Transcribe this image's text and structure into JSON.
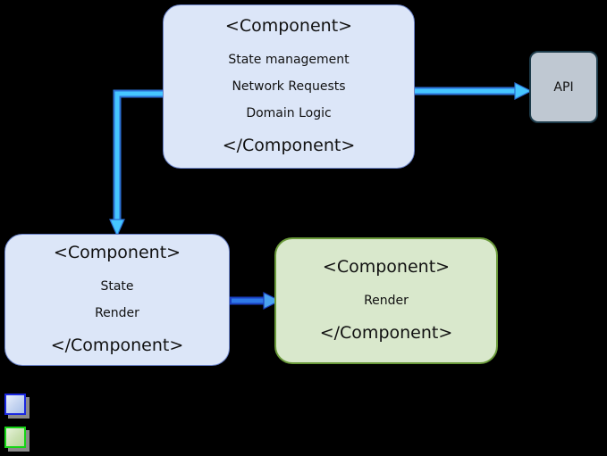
{
  "diagram": {
    "background_color": "#000000",
    "nodes": {
      "top_component": {
        "name": "top-component",
        "fill_color": "#dce6f8",
        "border_color": "#6a82c8",
        "lines": [
          "<Component>",
          "State management",
          "Network Requests",
          "Domain Logic",
          "</Component>"
        ]
      },
      "left_component": {
        "name": "left-component",
        "fill_color": "#dce6f8",
        "border_color": "#6a82c8",
        "lines": [
          "<Component>",
          "State",
          "Render",
          "</Component>"
        ]
      },
      "render_component": {
        "name": "render-component",
        "fill_color": "#d9e8cc",
        "border_color": "#6a9a3a",
        "lines": [
          "<Component>",
          "Render",
          "</Component>"
        ]
      },
      "api": {
        "name": "api-node",
        "fill_color": "#bfc8d2",
        "border_color": "#1d3b4a",
        "label": "API"
      }
    },
    "connectors": [
      {
        "name": "top-component-to-api",
        "from": "top_component",
        "to": "api",
        "style": "straight-arrow",
        "color": "#2da6f5"
      },
      {
        "name": "top-component-to-left-component",
        "from": "top_component",
        "to": "left_component",
        "style": "elbow-arrow",
        "color": "#2da6f5"
      },
      {
        "name": "left-component-to-render-component",
        "from": "left_component",
        "to": "render_component",
        "style": "straight-arrow",
        "color": "#2b6fd4"
      }
    ],
    "legend": [
      {
        "name": "legend-swatch-blue",
        "color": "#c3d3f0",
        "border_color": "#1a28e0"
      },
      {
        "name": "legend-swatch-green",
        "color": "#c9e0b0",
        "border_color": "#16d416"
      }
    ]
  }
}
